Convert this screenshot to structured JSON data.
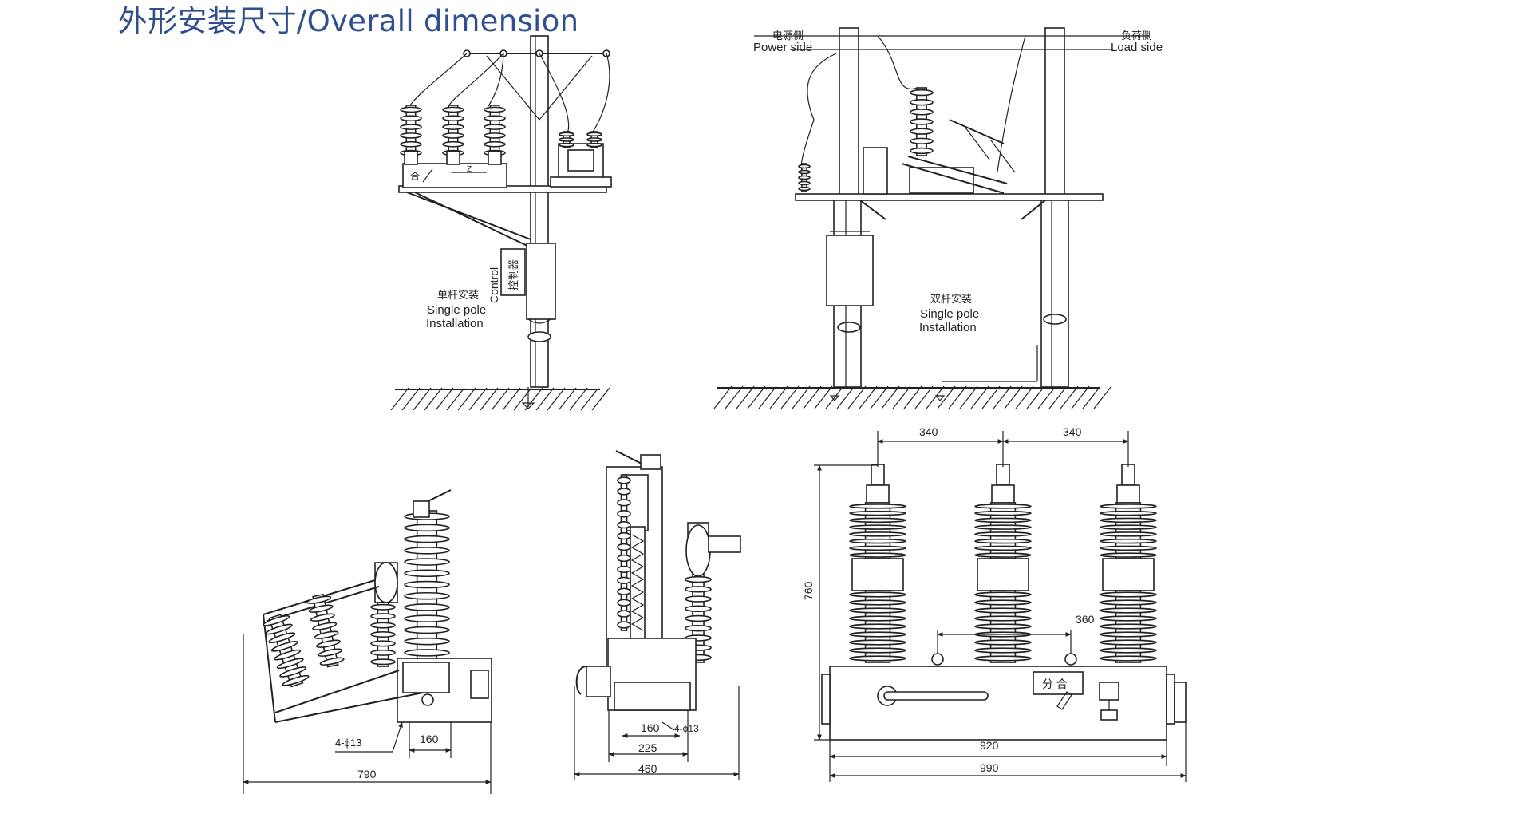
{
  "title": "外形安装尺寸/Overall dimension",
  "single_pole": {
    "label_cn": "单杆安装",
    "label_en_1": "Single pole",
    "label_en_2": "Installation",
    "control_cn": "控制器",
    "control_en": "Control",
    "panel_close": "合",
    "panel_z": "Z"
  },
  "double_pole": {
    "power_cn": "电源侧",
    "power_en": "Power side",
    "load_cn": "负荷侧",
    "load_en": "Load side",
    "label_cn": "双杆安装",
    "label_en_1": "Single pole",
    "label_en_2": "Installation"
  },
  "side_view": {
    "dim_hole": "4-ϕ13",
    "dim_160": "160",
    "dim_790": "790"
  },
  "end_view": {
    "dim_160": "160",
    "dim_hole": "4-ϕ13",
    "dim_225": "225",
    "dim_460": "460"
  },
  "front_view": {
    "dim_340_left": "340",
    "dim_340_right": "340",
    "dim_760": "760",
    "dim_360": "360",
    "dim_920": "920",
    "dim_990": "990",
    "panel_label": "分 合"
  }
}
